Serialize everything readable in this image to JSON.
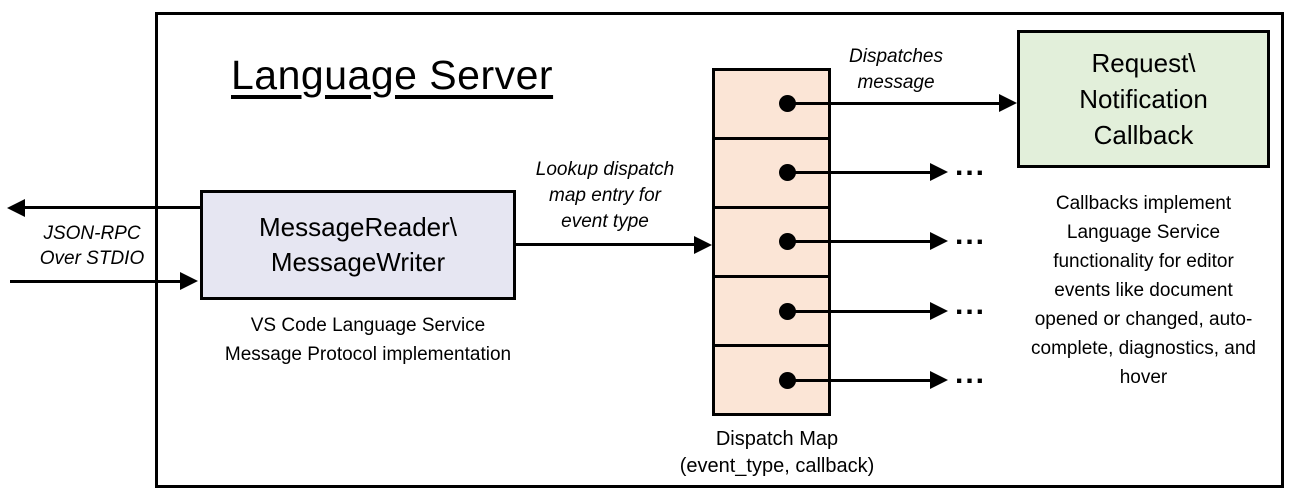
{
  "diagram": {
    "title": "Language Server",
    "io_label": {
      "line1": "JSON-RPC",
      "line2": "Over STDIO"
    },
    "reader_box": {
      "line1": "MessageReader\\",
      "line2": "MessageWriter"
    },
    "reader_caption": {
      "line1": "VS Code Language Service",
      "line2": "Message Protocol implementation"
    },
    "lookup_label": {
      "line1": "Lookup dispatch",
      "line2": "map entry for",
      "line3": "event type"
    },
    "dispatches_label": {
      "line1": "Dispatches",
      "line2": "message"
    },
    "callback_box": {
      "line1": "Request\\",
      "line2": "Notification",
      "line3": "Callback"
    },
    "ellipsis": "...",
    "dispatch_caption": {
      "line1": "Dispatch Map",
      "line2": "(event_type, callback)"
    },
    "right_note": "Callbacks implement Language Service functionality for editor events like document opened or changed, auto-complete, diagnostics, and hover",
    "colors": {
      "reader_fill": "#e6e6f2",
      "dispatch_fill": "#fbe5d6",
      "callback_fill": "#e2efda",
      "stroke": "#000000"
    }
  }
}
